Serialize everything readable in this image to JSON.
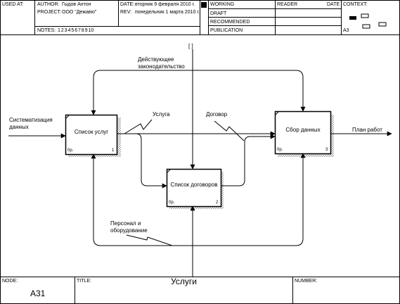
{
  "header": {
    "used_at_label": "USED AT:",
    "author_label": "AUTHOR:",
    "author_value": "Гыдов Антон",
    "project_label": "PROJECT:",
    "project_value": "ООО \"Дежавю\"",
    "notes_label": "NOTES:",
    "notes_values": "1  2  3  4  5  6  7  8  9  10",
    "date_label": "DATE:",
    "date_value": "вторник 9 февраля 2010 г.",
    "rev_label": "REV:",
    "rev_value": "понедельник 1 марта 2010 г.",
    "status_working": "WORKING",
    "status_draft": "DRAFT",
    "status_recommended": "RECOMMENDED",
    "status_publication": "PUBLICATION",
    "reader_label": "READER",
    "date_col_label": "DATE",
    "context_label": "CONTEXT:",
    "context_node": "A3"
  },
  "diagram": {
    "boxes": [
      {
        "label": "Список услуг",
        "cost": "0р.",
        "number": "1"
      },
      {
        "label": "Список договоров",
        "cost": "0р.",
        "number": "2"
      },
      {
        "label": "Сбор данных",
        "cost": "0р.",
        "number": "3"
      }
    ],
    "arrows": {
      "input": "Систематизация\nданных",
      "control": "Действующее\nзаконодательство",
      "output_service": "Услуга",
      "output_contract": "Договор",
      "output_final": "План работ",
      "mechanism": "Персонал и\nоборудование",
      "tunnel": "[ ]"
    }
  },
  "footer": {
    "node_label": "NODE:",
    "node_value": "A31",
    "title_label": "TITLE:",
    "title_value": "Услуги",
    "number_label": "NUMBER:"
  }
}
